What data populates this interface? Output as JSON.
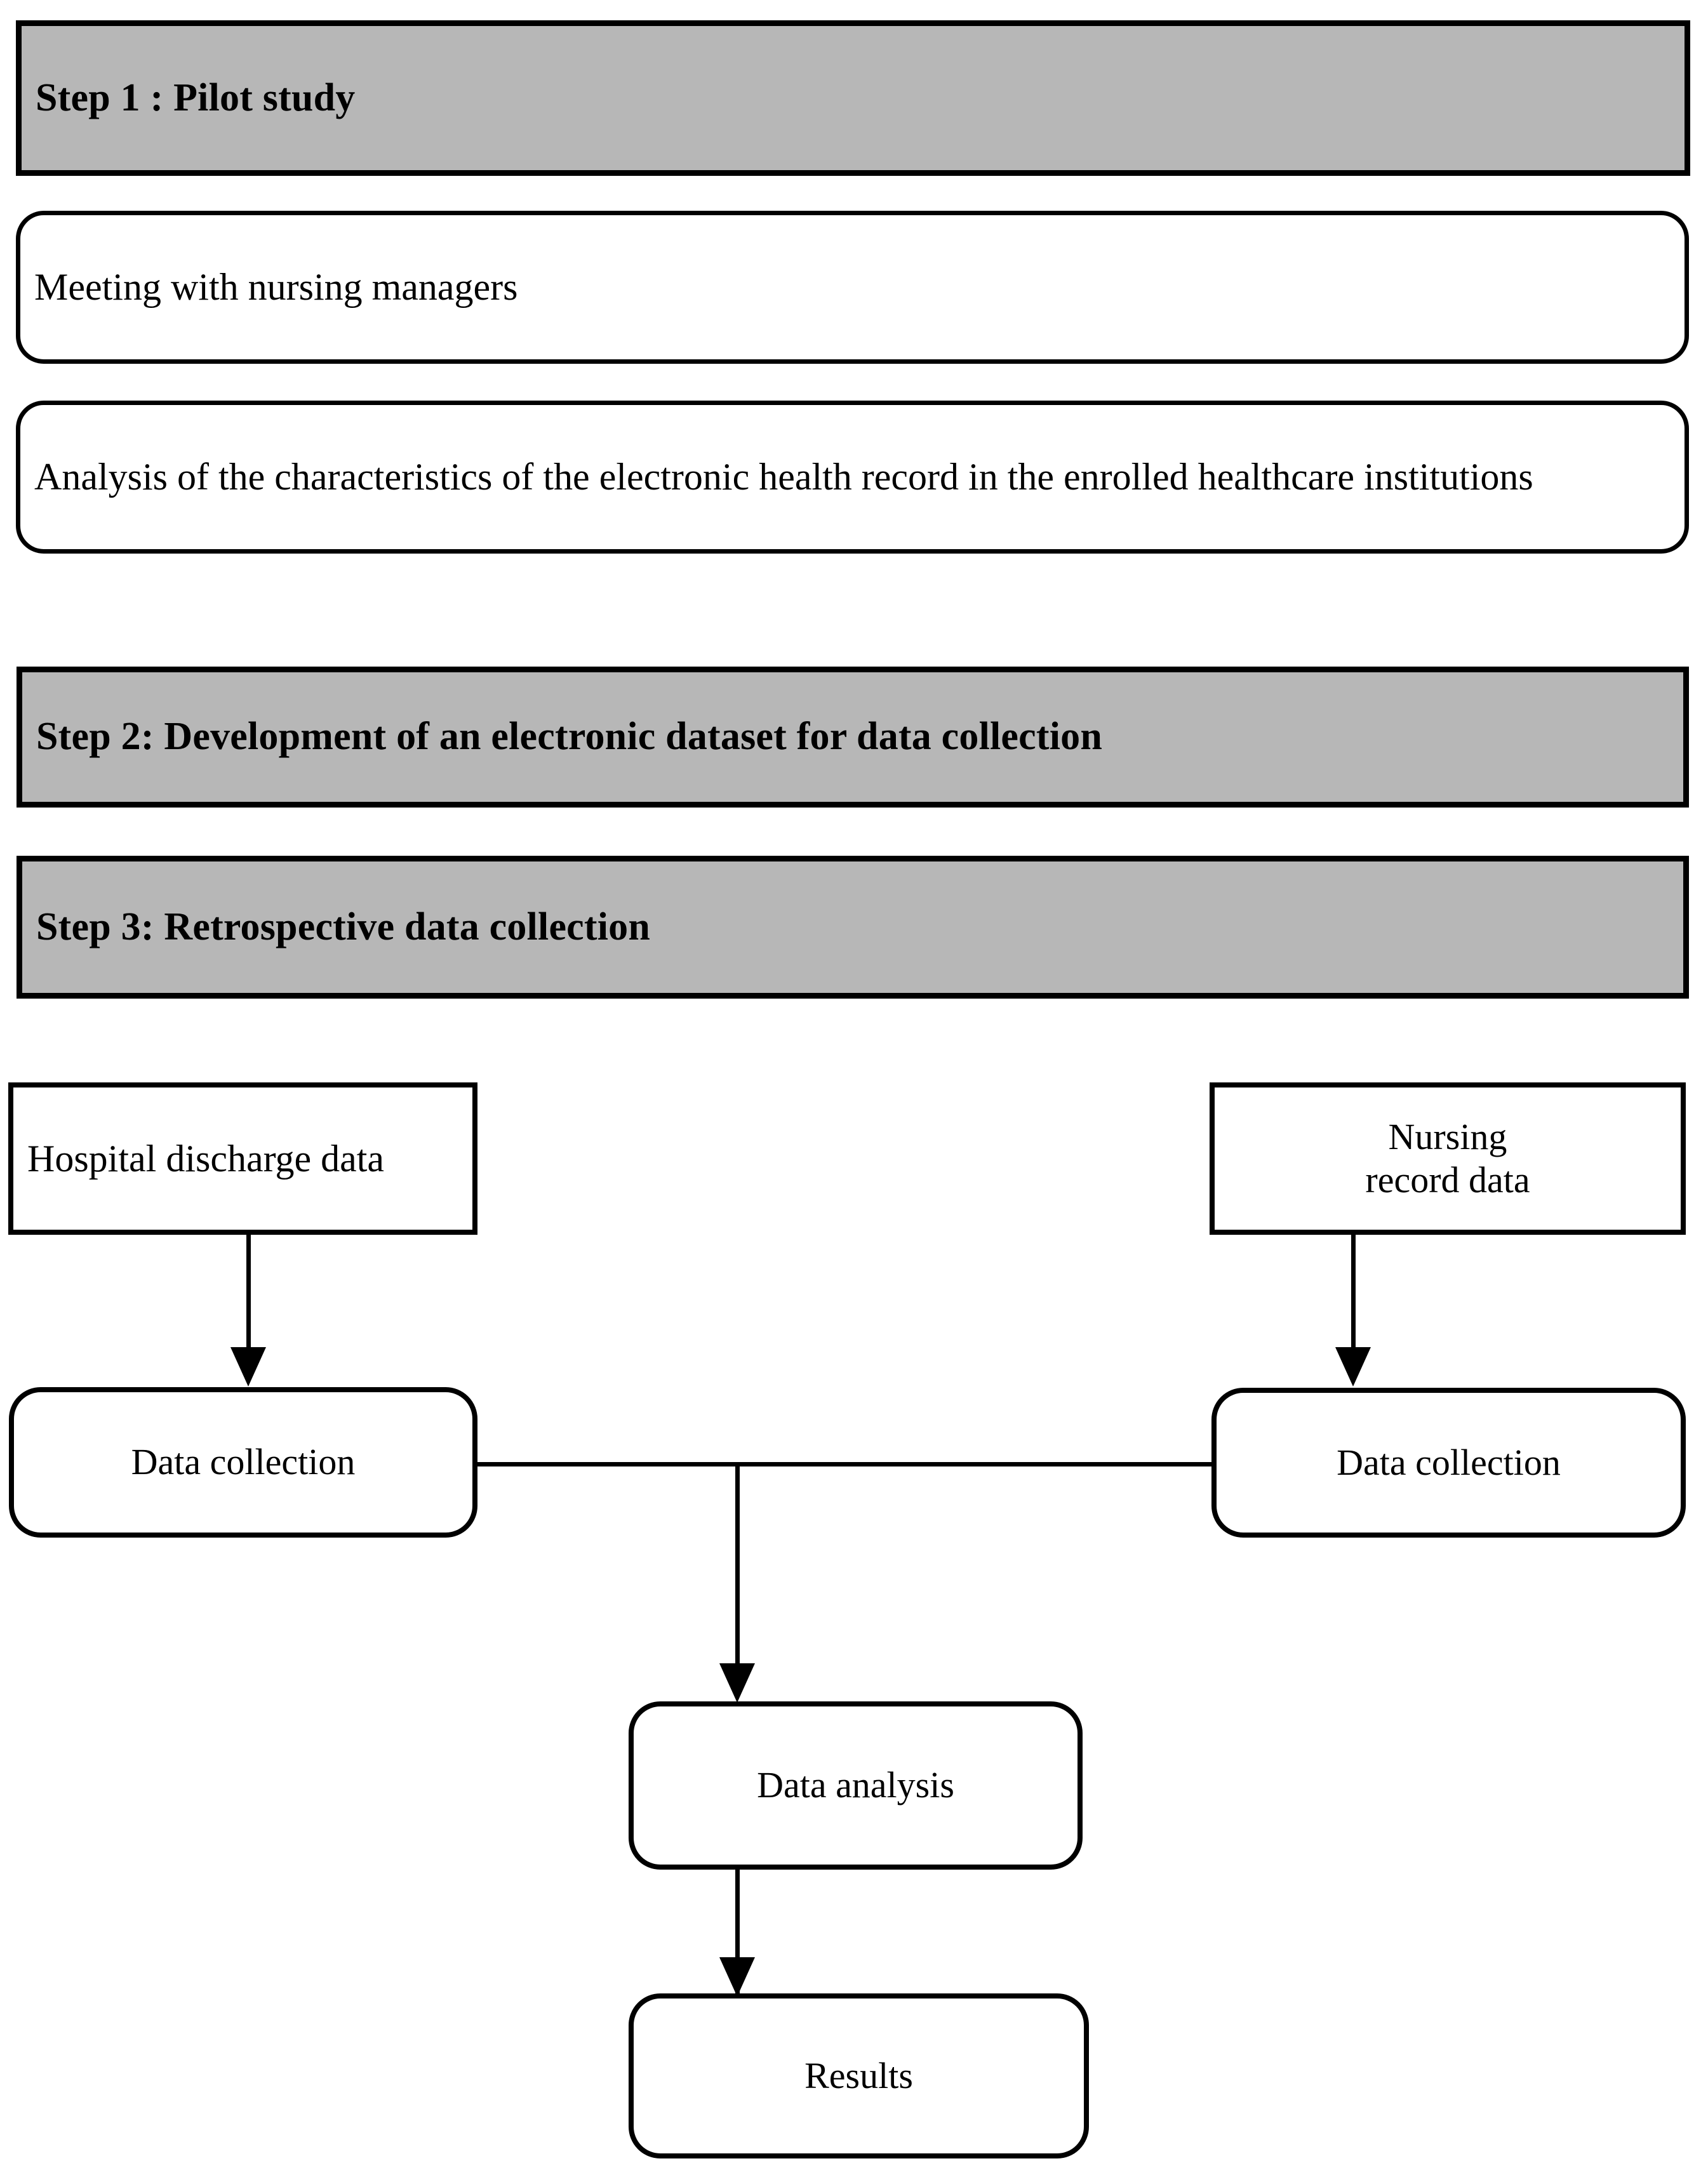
{
  "diagram": {
    "title": "Study design flowchart",
    "background_color": "#ffffff",
    "step_bar_fill": "#b7b7b7",
    "line_color": "#000000",
    "steps": [
      {
        "id": "step1",
        "label": "Step 1 : Pilot study"
      },
      {
        "id": "step2",
        "label": "Step 2: Development of an electronic dataset for data collection"
      },
      {
        "id": "step3",
        "label": "Step 3:  Retrospective data collection"
      }
    ],
    "step1_items": [
      {
        "id": "meeting",
        "label": "Meeting with nursing managers"
      },
      {
        "id": "ehr-analysis",
        "label": "Analysis of the characteristics of the electronic health record in the enrolled healthcare institutions"
      }
    ],
    "step3_nodes": [
      {
        "id": "hospital-discharge-data",
        "label": "Hospital discharge data"
      },
      {
        "id": "nursing-record-data",
        "label": "Nursing\nrecord data"
      },
      {
        "id": "data-collection-left",
        "label": "Data collection"
      },
      {
        "id": "data-collection-right",
        "label": "Data collection"
      },
      {
        "id": "data-analysis",
        "label": "Data analysis"
      },
      {
        "id": "results",
        "label": "Results"
      }
    ],
    "nursing_record_line1": "Nursing",
    "nursing_record_line2": "record data",
    "connectors": [
      {
        "from": "hospital-discharge-data",
        "to": "data-collection-left",
        "type": "arrow-down"
      },
      {
        "from": "nursing-record-data",
        "to": "data-collection-right",
        "type": "arrow-down"
      },
      {
        "from": "data-collection-left",
        "to": "data-collection-right",
        "type": "line-horizontal"
      },
      {
        "from": "junction",
        "to": "data-analysis",
        "type": "arrow-down"
      },
      {
        "from": "data-analysis",
        "to": "results",
        "type": "arrow-down"
      }
    ]
  }
}
